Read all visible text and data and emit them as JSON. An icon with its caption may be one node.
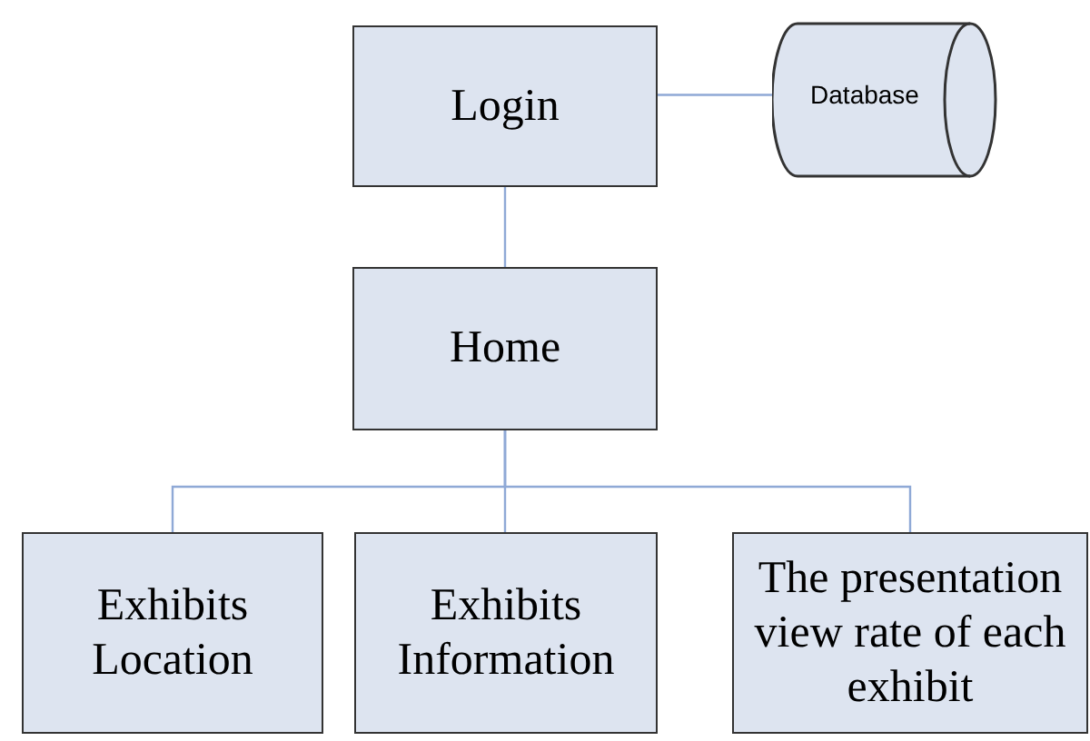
{
  "diagram": {
    "nodes": [
      {
        "text": [
          "Login"
        ]
      },
      {
        "text": [
          "Database"
        ]
      },
      {
        "text": [
          "Home"
        ]
      },
      {
        "text": [
          "Exhibits Location"
        ]
      },
      {
        "text": [
          "Exhibits Information"
        ]
      },
      {
        "text": [
          "The presentation view rate of each exhibit"
        ]
      }
    ],
    "edges": [
      {
        "from": 0,
        "to": 1,
        "arrow": "none"
      },
      {
        "from": 0,
        "to": 2,
        "arrow": "none"
      },
      {
        "from": 2,
        "to": 3,
        "arrow": "none"
      },
      {
        "from": 2,
        "to": 4,
        "arrow": "none"
      },
      {
        "from": 2,
        "to": 5,
        "arrow": "none"
      }
    ]
  }
}
